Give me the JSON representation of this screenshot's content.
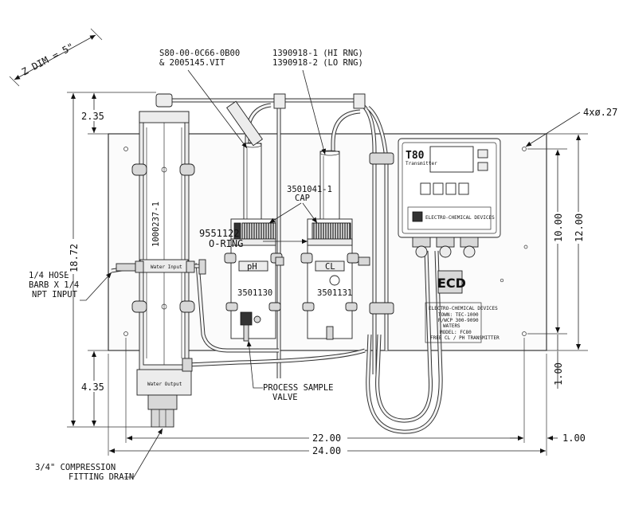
{
  "annotations": {
    "z_dim": "Z DIM = 5\"",
    "part_sensor_ph_line1": "S80-00-0C66-0B00",
    "part_sensor_ph_line2": "& 2005145.VIT",
    "part_sensor_cl_line1": "1390918-1 (HI RNG)",
    "part_sensor_cl_line2": "1390918-2 (LO RNG)",
    "mount_holes": "4xø.27",
    "flow_cell_part": "1000237-1",
    "cap_part": "3501041-1",
    "cap_label": "CAP",
    "oring_part": "9551122",
    "oring_label": "O-RING",
    "ph_cell_tag": "pH",
    "cl_cell_tag": "CL",
    "ph_cell_part": "3501130",
    "cl_cell_part": "3501131",
    "hose_note_line1": "1/4 HOSE",
    "hose_note_line2": "BARB X 1/4",
    "hose_note_line3": "NPT INPUT",
    "valve_note_line1": "PROCESS SAMPLE",
    "valve_note_line2": "VALVE",
    "drain_note_line1": "3/4\" COMPRESSION",
    "drain_note_line2": "FITTING DRAIN",
    "water_input_label": "Water Input",
    "water_output_label": "Water Output"
  },
  "dimensions": {
    "top_offset": "2.35",
    "overall_height": "18.72",
    "bottom_offset": "4.35",
    "hole_spacing_vertical": "10.00",
    "panel_height": "12.00",
    "bottom_margin": "1.00",
    "hole_spacing_horizontal": "22.00",
    "panel_width": "24.00",
    "edge_margin": "1.00"
  },
  "controller": {
    "model": "T80",
    "subtitle": "Transmitter",
    "brand": "ELECTRO-CHEMICAL DEVICES"
  },
  "nameplate": {
    "logo": "ECD",
    "line1": "ELECTRO-CHEMICAL DEVICES",
    "line2": "TOWN: TEC-1000",
    "line3": "R/WCP 300-9090",
    "line4": "WATERS",
    "line5": "MODEL: FC80",
    "line6": "FREE CL / PH TRANSMITTER"
  }
}
